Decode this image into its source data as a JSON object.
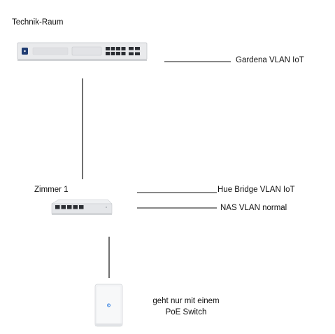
{
  "locations": {
    "technik_raum": "Technik-Raum",
    "zimmer_1": "Zimmer 1"
  },
  "connections": {
    "gardena": "Gardena VLAN IoT",
    "hue_bridge": "Hue Bridge VLAN IoT",
    "nas": "NAS VLAN normal"
  },
  "note": {
    "line1": "geht nur mit einem",
    "line2": "PoE Switch"
  },
  "devices": {
    "router": "rack-router-switch-icon",
    "switch": "desktop-switch-icon",
    "access_point": "wall-access-point-icon"
  },
  "colors": {
    "line": "#111111",
    "device_body": "#e6e7ea",
    "port": "#2b2e33",
    "led_blue": "#2f7de1"
  }
}
